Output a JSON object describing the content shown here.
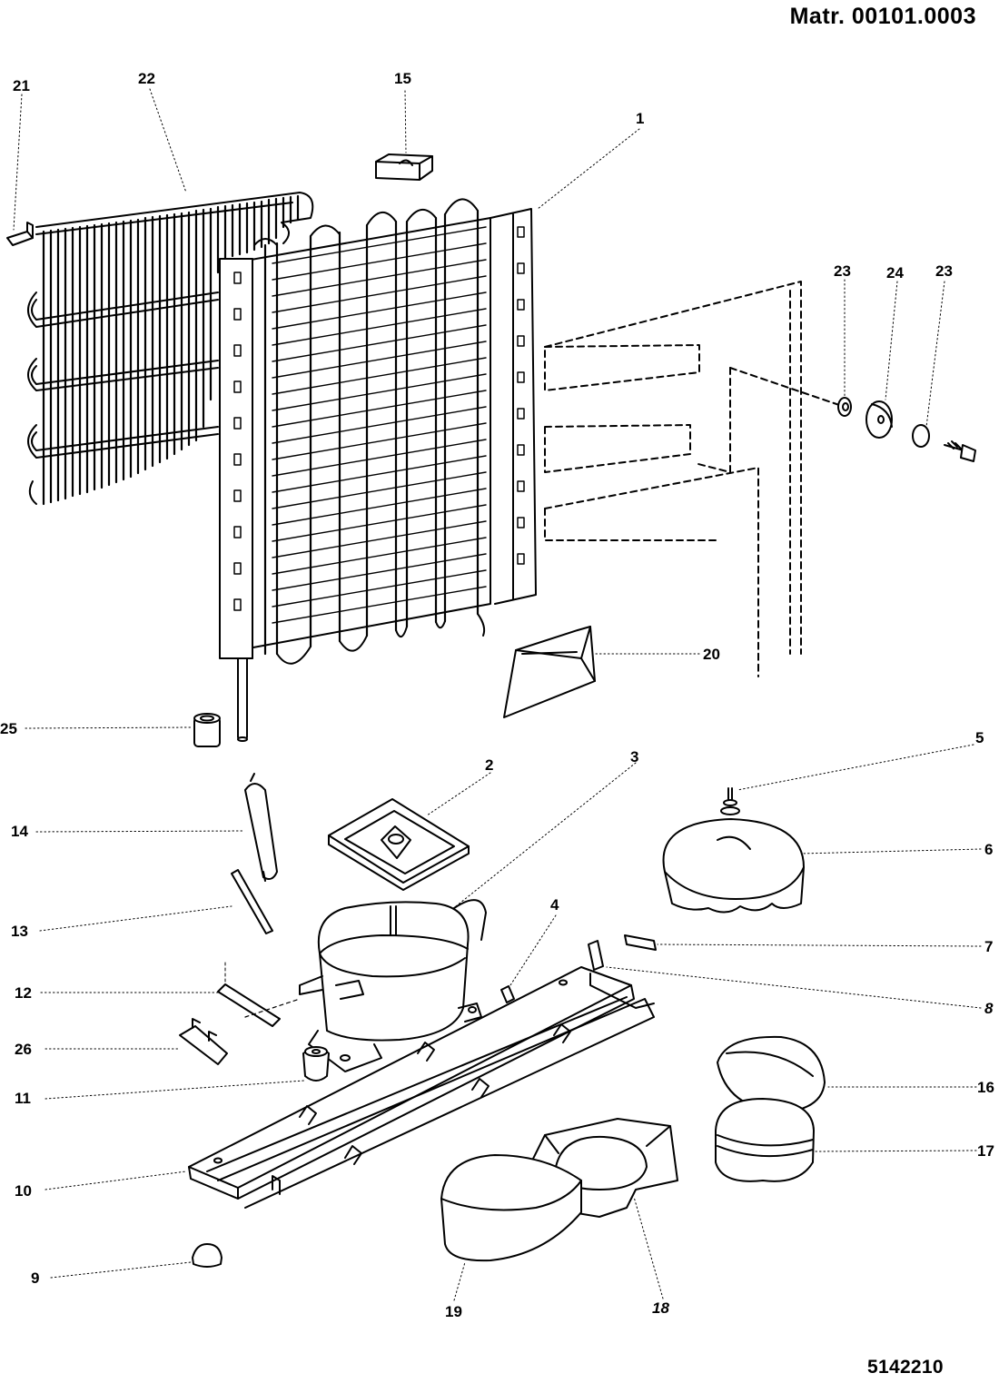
{
  "header": {
    "code": "Matr. 00101.0003"
  },
  "footer": {
    "code": "5142210"
  },
  "callouts": {
    "c1": "1",
    "c2": "2",
    "c3": "3",
    "c4": "4",
    "c5": "5",
    "c6": "6",
    "c7": "7",
    "c8": "8",
    "c9": "9",
    "c10": "10",
    "c11": "11",
    "c12": "12",
    "c13": "13",
    "c14": "14",
    "c15": "15",
    "c16": "16",
    "c17": "17",
    "c18": "18",
    "c19": "19",
    "c20": "20",
    "c21": "21",
    "c22": "22",
    "c23a": "23",
    "c24": "24",
    "c23b": "23",
    "c25": "25",
    "c26": "26"
  },
  "colors": {
    "ink": "#000000",
    "paper": "#ffffff",
    "shade": "#cfcfcf"
  }
}
